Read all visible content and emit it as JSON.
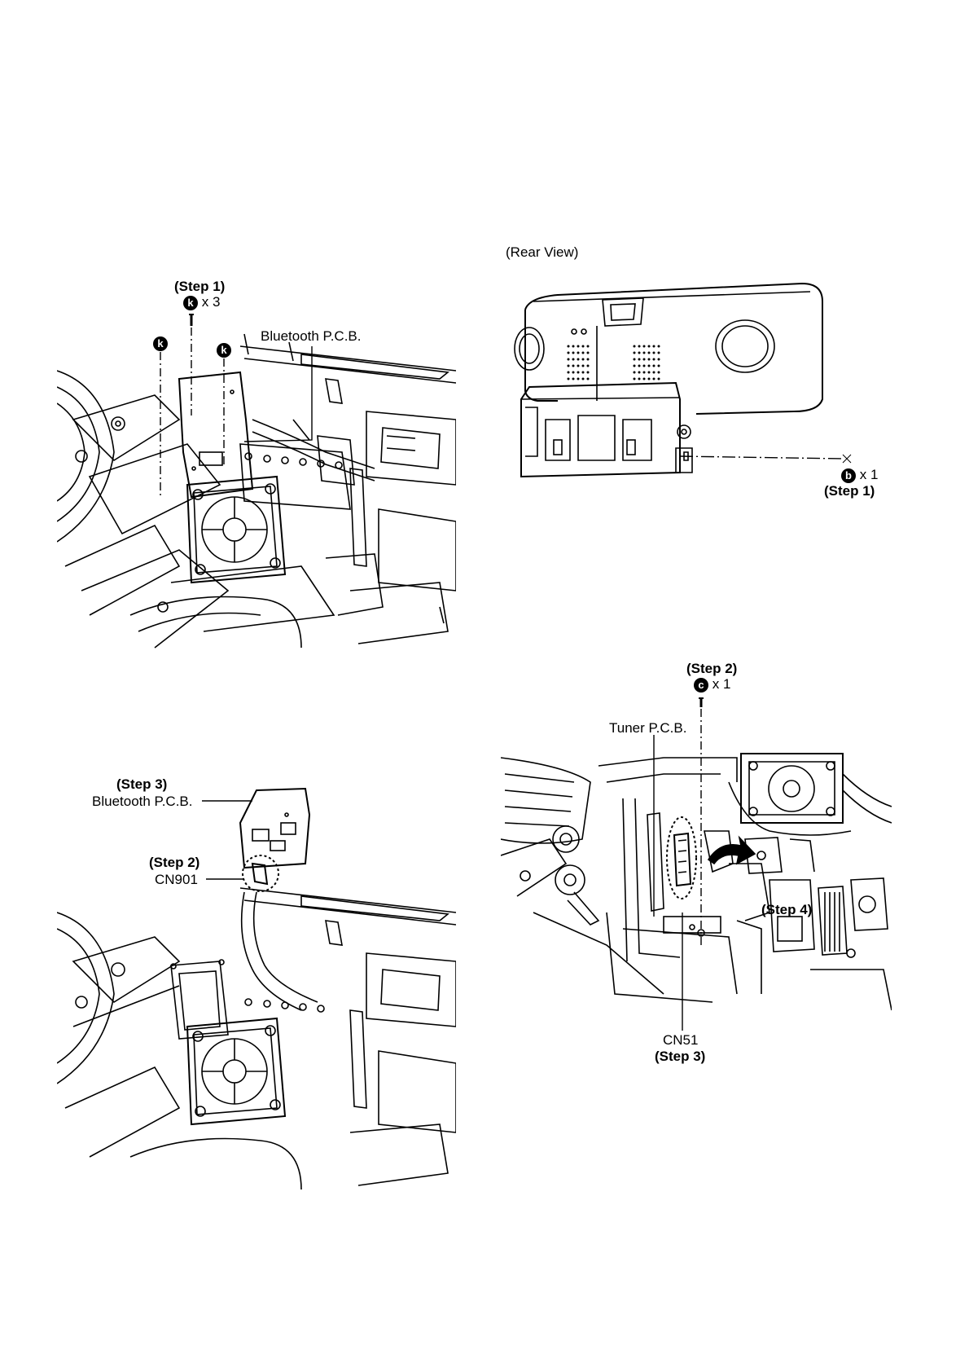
{
  "fig_bt_remove": {
    "step1": "(Step 1)",
    "screw_k": "k",
    "qty3": "x 3",
    "bt_pcb": "Bluetooth P.C.B."
  },
  "fig_rear": {
    "title": "(Rear View)",
    "screw_b": "b",
    "qty1": "x 1",
    "step1": "(Step 1)"
  },
  "fig_bt_conn": {
    "step3": "(Step 3)",
    "bt_pcb": "Bluetooth P.C.B.",
    "step2": "(Step 2)",
    "cn901": "CN901"
  },
  "fig_tuner": {
    "step2": "(Step 2)",
    "screw_c": "c",
    "qty1": "x 1",
    "tuner_pcb": "Tuner P.C.B.",
    "step4": "(Step 4)",
    "cn51": "CN51",
    "step3": "(Step 3)"
  }
}
